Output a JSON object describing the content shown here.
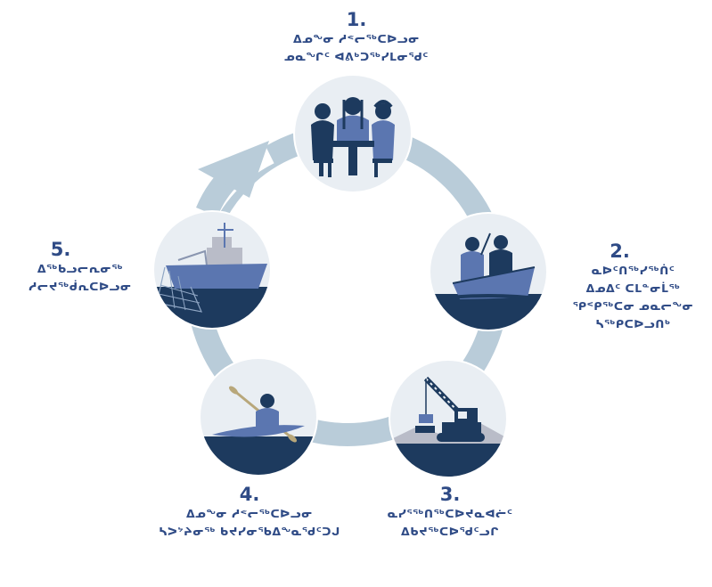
{
  "colors": {
    "ring": "#b9ccd9",
    "circle_bg": "#e9eef3",
    "navy": "#1d3a5e",
    "blue": "#5b76b0",
    "text": "#2f4b86"
  },
  "steps": [
    {
      "number": "1.",
      "lines": [
        "ᐃᓄᖕᓂ ᓱᕝᓕᖅᑕᐅᓗᓂ",
        "ᓄᓇᖏᑦ ᐊᕕᒃᑐᖅᓯᒪᓂᖁᑦ"
      ],
      "icon": "community-meeting-icon"
    },
    {
      "number": "2.",
      "lines": [
        "ᓇᐅᑦᑎᖅᓯᖅᑏᑦ",
        "ᐃᓄᐃᑦ ᑕᒪᓐᓂᒫᖅ",
        "ᕿᑉᑭᖅᑕᓂ ᓄᓇᓕᖕᓂ",
        "ᓴᖅᑭᑕᐅᓗᑎᒃ"
      ],
      "icon": "boat-observers-icon"
    },
    {
      "number": "3.",
      "lines": [
        "ᓇᓯᕐᖅᑎᖅᑕᐅᔪᓇᐊᓖᑦ",
        "ᐃᑲᔪᖅᑕᐅᖁᑦᓗᒋ"
      ],
      "icon": "crane-vehicle-icon"
    },
    {
      "number": "4.",
      "lines": [
        "ᐃᓄᖕᓂ ᓱᕝᓕᖅᑕᐅᓗᓂ",
        "ᓴᐳᔾᔨᓂᖅ ᑲᔪᓯᓂᖃᐃᖕᓇᖁᑦᑐᒍ"
      ],
      "icon": "kayak-paddler-icon"
    },
    {
      "number": "5.",
      "lines": [
        "ᐃᖅᑲᓗᓕᕆᓂᖅ",
        "ᓱᓕᔪᖅᑰᕆᑕᐅᓗᓂ"
      ],
      "icon": "fishing-vessel-icon"
    }
  ]
}
